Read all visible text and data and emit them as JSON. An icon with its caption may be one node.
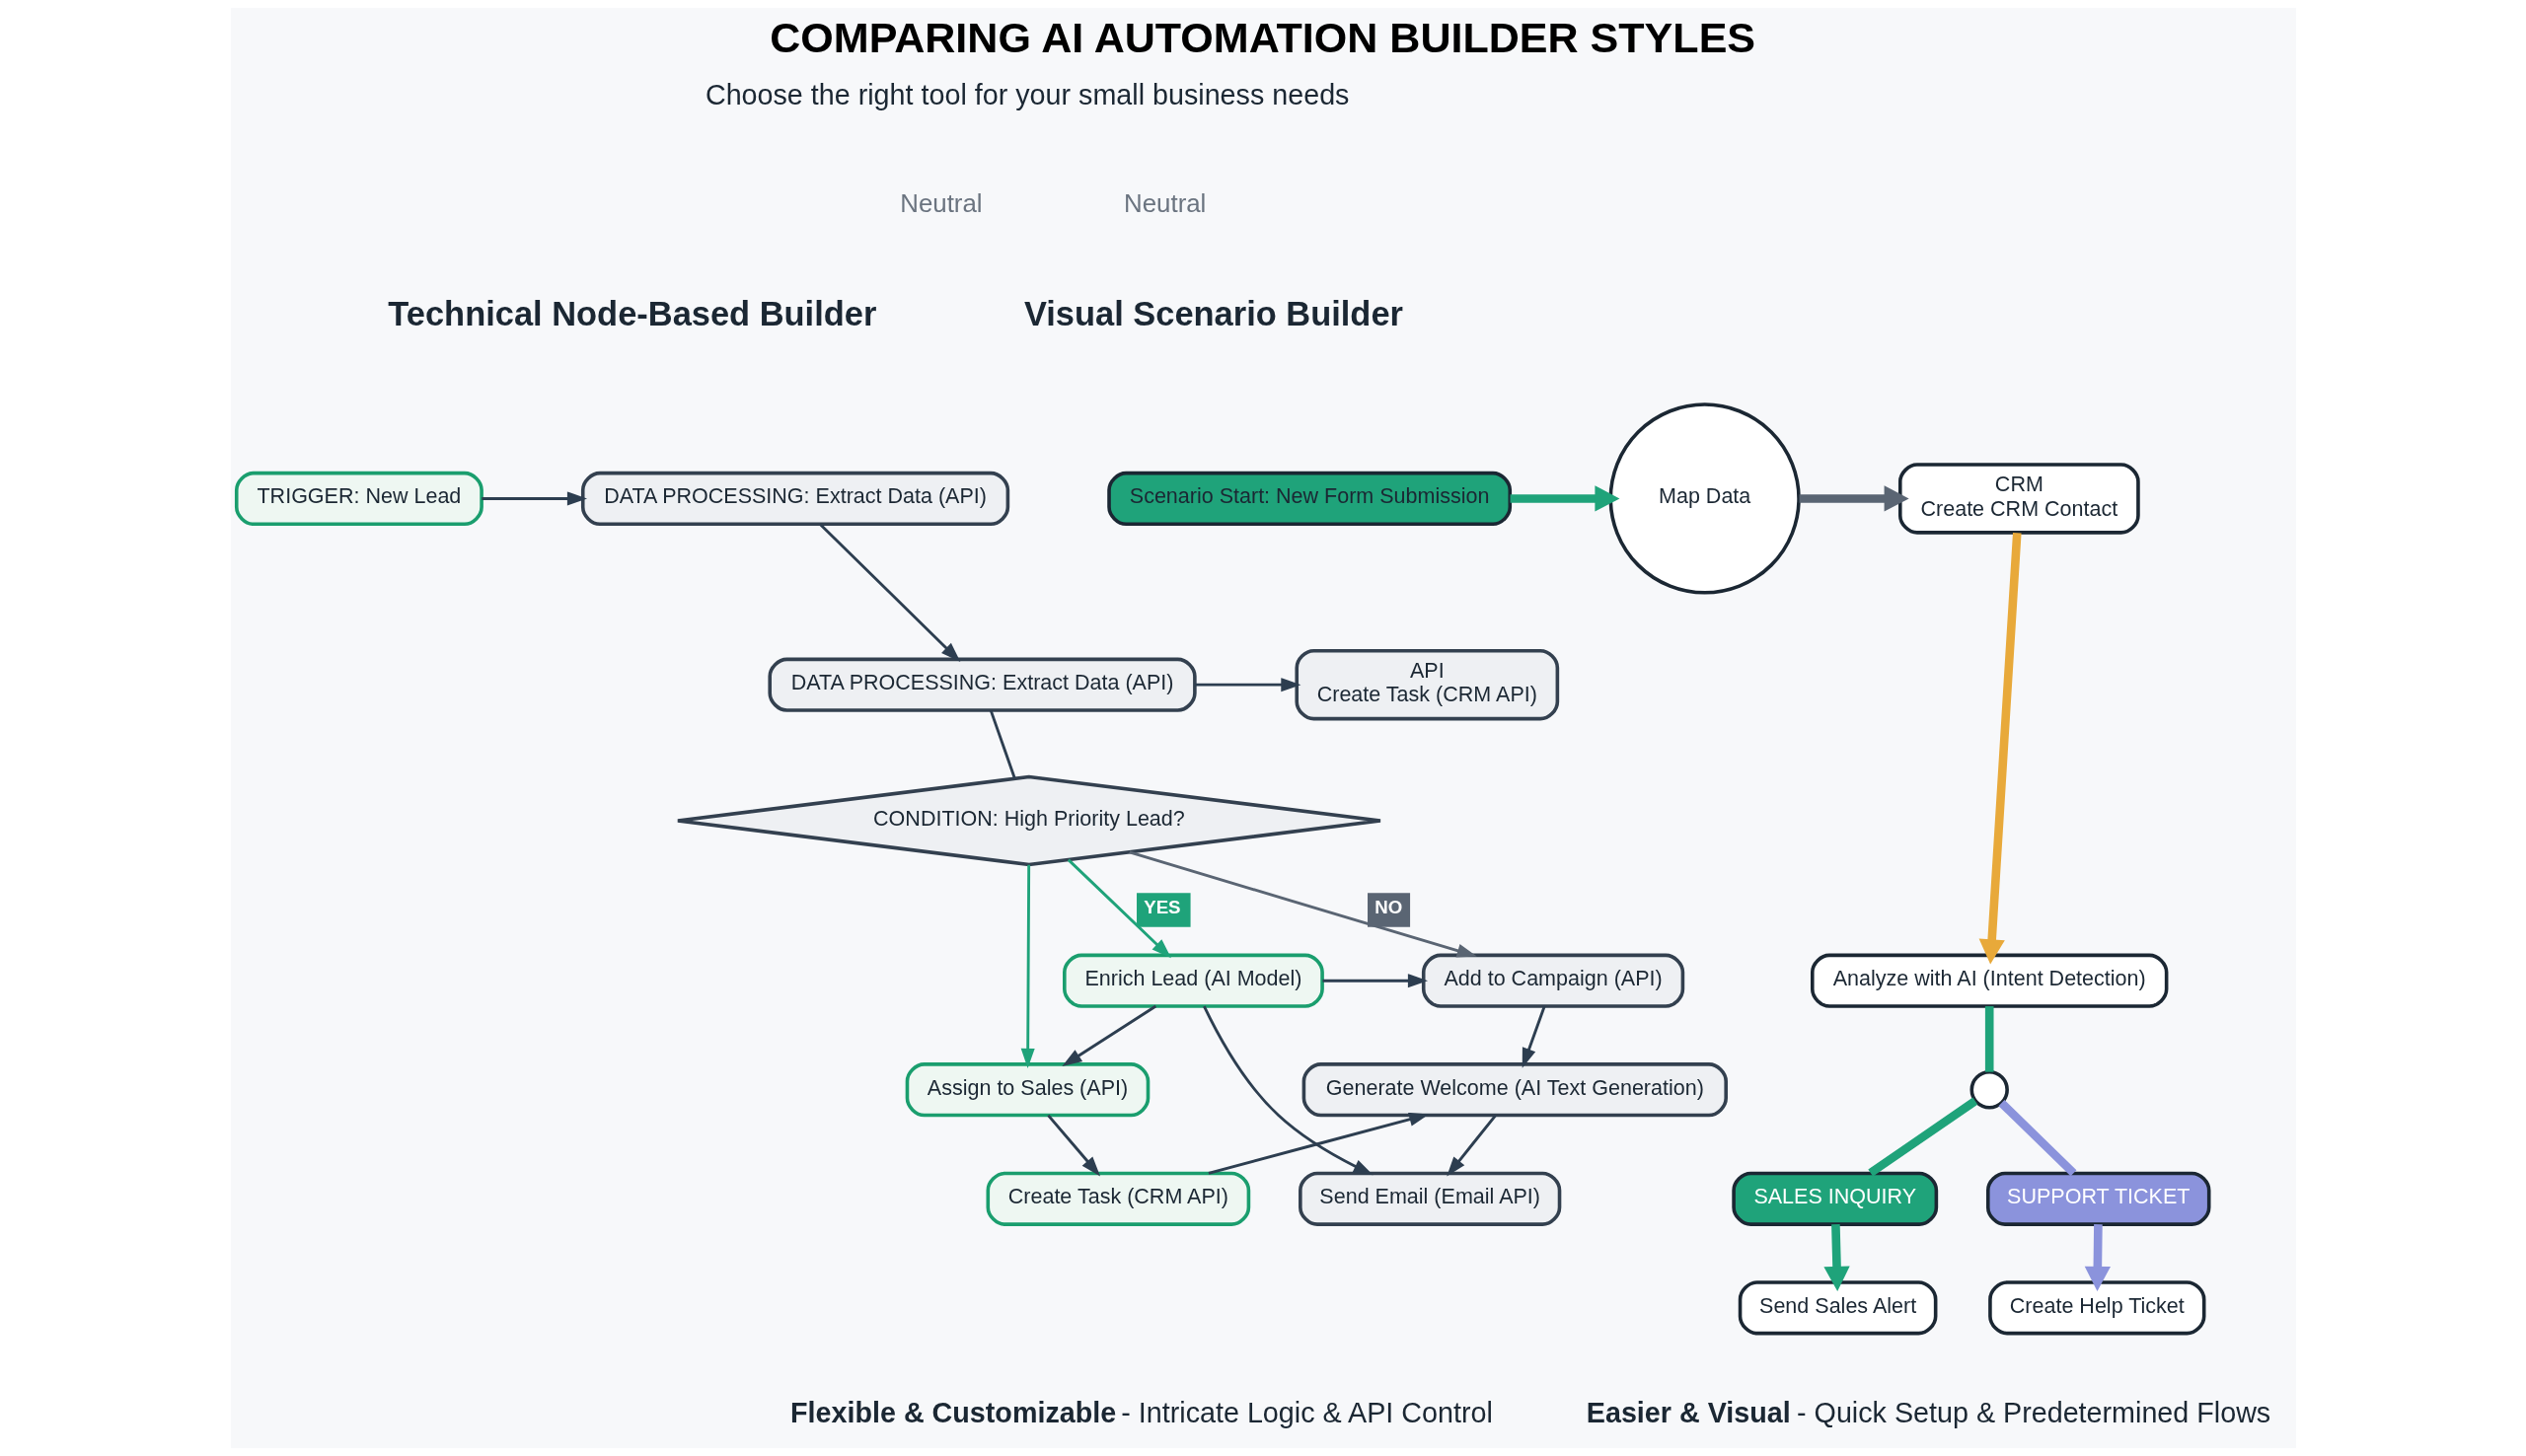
{
  "diagram": {
    "title": "COMPARING AI AUTOMATION BUILDER STYLES",
    "nodes": [
      {
        "text": [
          "TRIGGER: New Lead"
        ]
      },
      {
        "text": [
          "DATA PROCESSING: Extract Data (API)"
        ]
      },
      {
        "text": [
          "DATA PROCESSING: Extract Data (API)"
        ]
      },
      {
        "text": [
          "API",
          "Create Task (CRM API)"
        ]
      },
      {
        "text": [
          "CONDITION: High Priority Lead?"
        ]
      },
      {
        "text": [
          "Enrich Lead (AI Model)"
        ]
      },
      {
        "text": [
          "Assign to Sales (API)"
        ]
      },
      {
        "text": [
          "Create Task (CRM API)"
        ]
      },
      {
        "text": [
          "Add to Campaign (API)"
        ]
      },
      {
        "text": [
          "Generate Welcome (AI Text Generation)"
        ]
      },
      {
        "text": [
          "Send Email (Email API)"
        ]
      },
      {
        "text": [
          "Scenario Start: New Form Submission"
        ]
      },
      {
        "text": [
          "Map Data"
        ]
      },
      {
        "text": [
          "CRM",
          "Create CRM Contact"
        ]
      },
      {
        "text": [
          "Analyze with AI (Intent Detection)"
        ]
      },
      {
        "text": [],
        "shape": "circle"
      },
      {
        "text": [
          "SALES INQUIRY"
        ]
      },
      {
        "text": [
          "SUPPORT TICKET"
        ]
      },
      {
        "text": [
          "Send Sales Alert"
        ]
      },
      {
        "text": [
          "Create Help Ticket"
        ]
      }
    ],
    "edges": [
      {
        "from": 0,
        "to": 1,
        "arrow": "to"
      },
      {
        "from": 1,
        "to": 2,
        "arrow": "to"
      },
      {
        "from": 2,
        "to": 3,
        "arrow": "to"
      },
      {
        "from": 2,
        "to": 4,
        "arrow": "none"
      },
      {
        "from": 4,
        "to": 5,
        "arrow": "to",
        "label": "YES",
        "color": "#1fa37a"
      },
      {
        "from": 4,
        "to": 6,
        "arrow": "to",
        "color": "#1fa37a"
      },
      {
        "from": 4,
        "to": 8,
        "arrow": "to",
        "label": "NO",
        "color": "#5a6573"
      },
      {
        "from": 5,
        "to": 6,
        "arrow": "to"
      },
      {
        "from": 6,
        "to": 7,
        "arrow": "to"
      },
      {
        "from": 8,
        "to": 9,
        "arrow": "to"
      },
      {
        "from": 9,
        "to": 10,
        "arrow": "to"
      },
      {
        "from": 5,
        "to": 8,
        "arrow": "to"
      },
      {
        "from": 5,
        "to": 10,
        "arrow": "to"
      },
      {
        "from": 7,
        "to": 9,
        "arrow": "to"
      },
      {
        "from": 11,
        "to": 12,
        "arrow": "to",
        "style": "thick",
        "color": "#1fa37a"
      },
      {
        "from": 12,
        "to": 13,
        "arrow": "to",
        "style": "thick",
        "color": "#5a6573"
      },
      {
        "from": 13,
        "to": 14,
        "arrow": "to",
        "style": "thick",
        "color": "#e8a93a"
      },
      {
        "from": 14,
        "to": 15,
        "arrow": "none",
        "style": "thick",
        "color": "#1fa37a"
      },
      {
        "from": 15,
        "to": 16,
        "arrow": "none",
        "style": "thick",
        "color": "#1fa37a"
      },
      {
        "from": 15,
        "to": 17,
        "arrow": "none",
        "style": "thick",
        "color": "#8b93dc"
      },
      {
        "from": 16,
        "to": 18,
        "arrow": "to",
        "style": "thick",
        "color": "#1fa37a"
      },
      {
        "from": 17,
        "to": 19,
        "arrow": "to",
        "style": "thick",
        "color": "#8b93dc"
      }
    ],
    "labels": [
      "Choose the right tool for your small business needs",
      "Neutral",
      "Technical Node-Based Builder",
      "Neutral",
      "Visual Scenario Builder",
      "**Flexible & Customizable** - Intricate Logic & API Control",
      "**Easier & Visual** - Quick Setup & Predetermined Flows"
    ]
  }
}
